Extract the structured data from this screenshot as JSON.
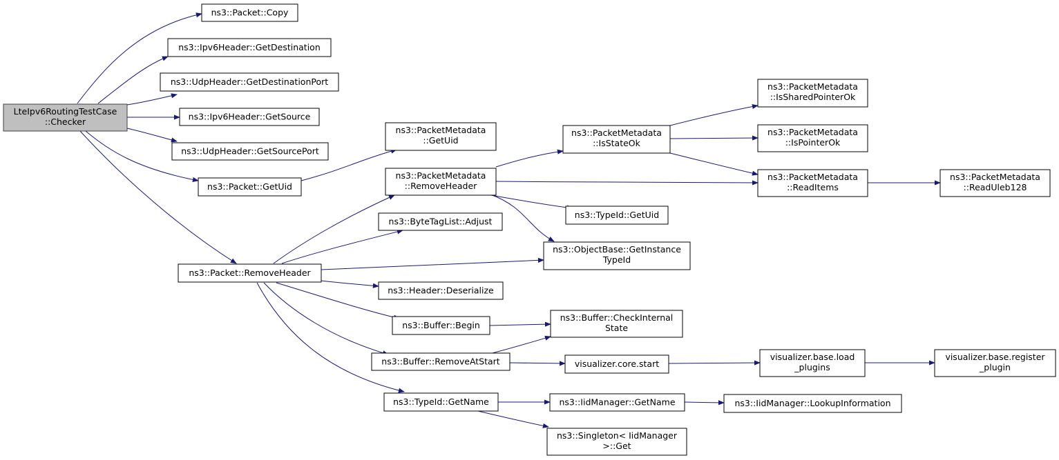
{
  "diagram": {
    "colors": {
      "edge": "#191970",
      "node_border": "#000000",
      "root_fill": "#bfbfbf",
      "node_fill": "#ffffff"
    },
    "nodes": {
      "root": {
        "lines": [
          "LteIpv6RoutingTestCase",
          "::Checker"
        ]
      },
      "packet_copy": {
        "lines": [
          "ns3::Packet::Copy"
        ]
      },
      "ipv6_getdest": {
        "lines": [
          "ns3::Ipv6Header::GetDestination"
        ]
      },
      "udp_getdestport": {
        "lines": [
          "ns3::UdpHeader::GetDestinationPort"
        ]
      },
      "ipv6_getsource": {
        "lines": [
          "ns3::Ipv6Header::GetSource"
        ]
      },
      "udp_getsourceport": {
        "lines": [
          "ns3::UdpHeader::GetSourcePort"
        ]
      },
      "packet_getuid": {
        "lines": [
          "ns3::Packet::GetUid"
        ]
      },
      "packet_removeheader": {
        "lines": [
          "ns3::Packet::RemoveHeader"
        ]
      },
      "pm_getuid": {
        "lines": [
          "ns3::PacketMetadata",
          "::GetUid"
        ]
      },
      "pm_removeheader": {
        "lines": [
          "ns3::PacketMetadata",
          "::RemoveHeader"
        ]
      },
      "bytetaglist_adjust": {
        "lines": [
          "ns3::ByteTagList::Adjust"
        ]
      },
      "header_deserialize": {
        "lines": [
          "ns3::Header::Deserialize"
        ]
      },
      "buffer_begin": {
        "lines": [
          "ns3::Buffer::Begin"
        ]
      },
      "buffer_removeatstart": {
        "lines": [
          "ns3::Buffer::RemoveAtStart"
        ]
      },
      "typeid_getname": {
        "lines": [
          "ns3::TypeId::GetName"
        ]
      },
      "pm_isstateok": {
        "lines": [
          "ns3::PacketMetadata",
          "::IsStateOk"
        ]
      },
      "typeid_getuid": {
        "lines": [
          "ns3::TypeId::GetUid"
        ]
      },
      "objectbase_getinstancetypeid": {
        "lines": [
          "ns3::ObjectBase::GetInstance",
          "TypeId"
        ]
      },
      "buffer_checkinternalstate": {
        "lines": [
          "ns3::Buffer::CheckInternal",
          "State"
        ]
      },
      "viz_core_start": {
        "lines": [
          "visualizer.core.start"
        ]
      },
      "iid_getname": {
        "lines": [
          "ns3::IidManager::GetName"
        ]
      },
      "singleton_get": {
        "lines": [
          "ns3::Singleton< IidManager",
          ">::Get"
        ]
      },
      "pm_issharedpointerok": {
        "lines": [
          "ns3::PacketMetadata",
          "::IsSharedPointerOk"
        ]
      },
      "pm_ispointerok": {
        "lines": [
          "ns3::PacketMetadata",
          "::IsPointerOk"
        ]
      },
      "pm_readitems": {
        "lines": [
          "ns3::PacketMetadata",
          "::ReadItems"
        ]
      },
      "viz_base_loadplugins": {
        "lines": [
          "visualizer.base.load",
          "_plugins"
        ]
      },
      "iid_lookupinformation": {
        "lines": [
          "ns3::IidManager::LookupInformation"
        ]
      },
      "pm_readuleb128": {
        "lines": [
          "ns3::PacketMetadata",
          "::ReadUleb128"
        ]
      },
      "viz_base_registerplugin": {
        "lines": [
          "visualizer.base.register",
          "_plugin"
        ]
      }
    }
  }
}
